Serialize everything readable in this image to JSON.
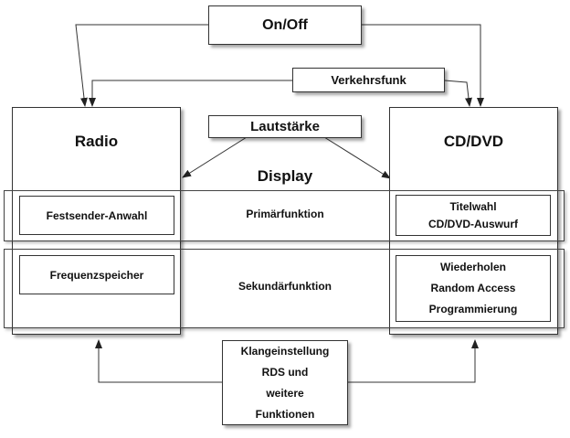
{
  "nodes": {
    "on_off": "On/Off",
    "verkehrsfunk": "Verkehrsfunk",
    "lautstaerke": "Lautstärke",
    "radio": "Radio",
    "cd_dvd": "CD/DVD",
    "display": "Display",
    "festsender": "Festsender-Anwahl",
    "primaerfunktion": "Primärfunktion",
    "titelwahl": "Titelwahl",
    "auswurf": "CD/DVD-Auswurf",
    "frequenzspeicher": "Frequenzspeicher",
    "sekundaerfunktion": "Sekundärfunktion",
    "wiederholen": "Wiederholen",
    "random_access": "Random Access",
    "programmierung": "Programmierung",
    "klang_1": "Klangeinstellung",
    "klang_2": "RDS und",
    "klang_3": "weitere",
    "klang_4": "Funktionen"
  }
}
